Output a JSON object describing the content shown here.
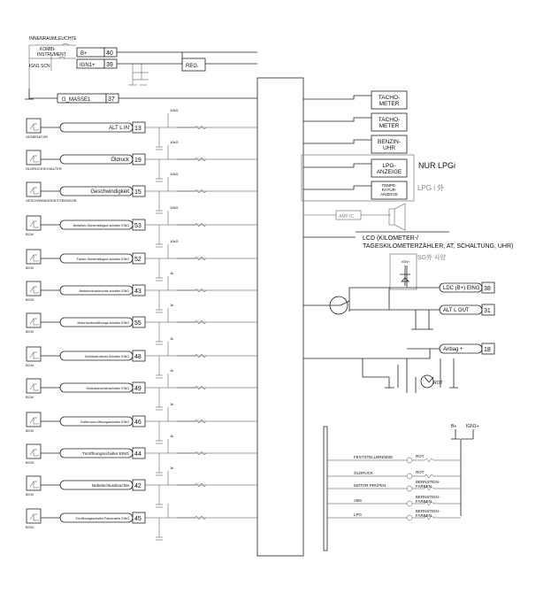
{
  "top": {
    "innenraum": "INNENRAUMLEUCHTE",
    "kombi": "KOMBI-",
    "instrument": "INSTRUMENT",
    "ign1scn": "IGN1 SCN",
    "bplus": {
      "label": "B+",
      "pin": "40"
    },
    "ign1": {
      "label": "IGN1+",
      "pin": "39"
    },
    "masse": {
      "label": "G_MASSE1",
      "pin": "37"
    },
    "reg": "REG."
  },
  "left_rows": [
    {
      "label": "ALT L IN",
      "pin": "13",
      "sensor": "GENERATOR"
    },
    {
      "label": "Öldruck",
      "pin": "19",
      "sensor": "ÖLDRUCKSCHALTER"
    },
    {
      "label": "Geschwindigkeit",
      "pin": "15",
      "sensor": "GESCHWINDIGKEITSSENSOR"
    },
    {
      "label": "Beifahrer-Sicherheitsgurt-schalter EING",
      "pin": "53",
      "sensor": "BCM"
    },
    {
      "label": "Fahrer-Sicherheitsgurt-schalter EING",
      "pin": "52",
      "sensor": "BCM"
    },
    {
      "label": "Nebelschlussleuchte schalter EING",
      "pin": "43",
      "sensor": "BCM"
    },
    {
      "label": "Motorhaubenöffnungs-schalter EING",
      "pin": "55",
      "sensor": "BCM"
    },
    {
      "label": "Schlüssel-steckt-Schalter EING",
      "pin": "48",
      "sensor": "BCM"
    },
    {
      "label": "Schlussleuchtenschalter EING",
      "pin": "49",
      "sensor": "BCM"
    },
    {
      "label": "Kofferraum-öffnungsschalter EING",
      "pin": "46",
      "sensor": "BCM"
    },
    {
      "label": "Türöffnungsschalter EING",
      "pin": "44",
      "sensor": "BCM"
    },
    {
      "label": "Nebelschlussleuchte",
      "pin": "42",
      "sensor": "BCM"
    },
    {
      "label": "Türöffnungsschalter Fahrerseite EING",
      "pin": "45",
      "sensor": "BCM"
    }
  ],
  "res_labels": [
    "10kΩ",
    "10kΩ",
    "10kΩ",
    "10kΩ",
    "10kΩ",
    "1k",
    "1k",
    "1k",
    "1k",
    "1k",
    "1k",
    "1k"
  ],
  "gauges": [
    {
      "l1": "TACHO-",
      "l2": "METER"
    },
    {
      "l1": "TACHO-",
      "l2": "METER"
    },
    {
      "l1": "BENZIN-",
      "l2": "UHR"
    },
    {
      "l1": "LPG-",
      "l2": "ANZEIGE"
    },
    {
      "l1": "TEMPE-",
      "l2": "RATUR-",
      "l3": "ANZEIGE"
    }
  ],
  "nur_lpgi": "NUR LPGi",
  "lpgi_note": "LPG i 外",
  "amp_ic": "AMP IC",
  "lcd_line1": "LCD (KILOMETER-/",
  "lcd_line2": "TAGESKILOMETERZÄHLER, AT, SCHALTUNG, UHR)",
  "isg_note": "ISG外 사양",
  "ign_small": "IGN+",
  "right_pins": [
    {
      "label": "LDC (B+) EING",
      "pin": "38"
    },
    {
      "label": "ALT L OUT",
      "pin": "31"
    },
    {
      "label": "Airbag +",
      "pin": "18"
    }
  ],
  "rot": "ROT",
  "bplus_small": "B+",
  "ign_small2": "IGN1+",
  "warn": [
    {
      "label": "FESTSTELLBREMSE",
      "color": "ROT"
    },
    {
      "label": "ÖLDRUCK",
      "color": "ROT"
    },
    {
      "label": "MOTOR PRÜFEN",
      "color": "BERNSTEIN-FARBEN"
    },
    {
      "label": "ABS",
      "color": "BERNSTEIN-FARBEN"
    },
    {
      "label": "LPG",
      "color": "BERNSTEIN-FARBEN"
    }
  ]
}
